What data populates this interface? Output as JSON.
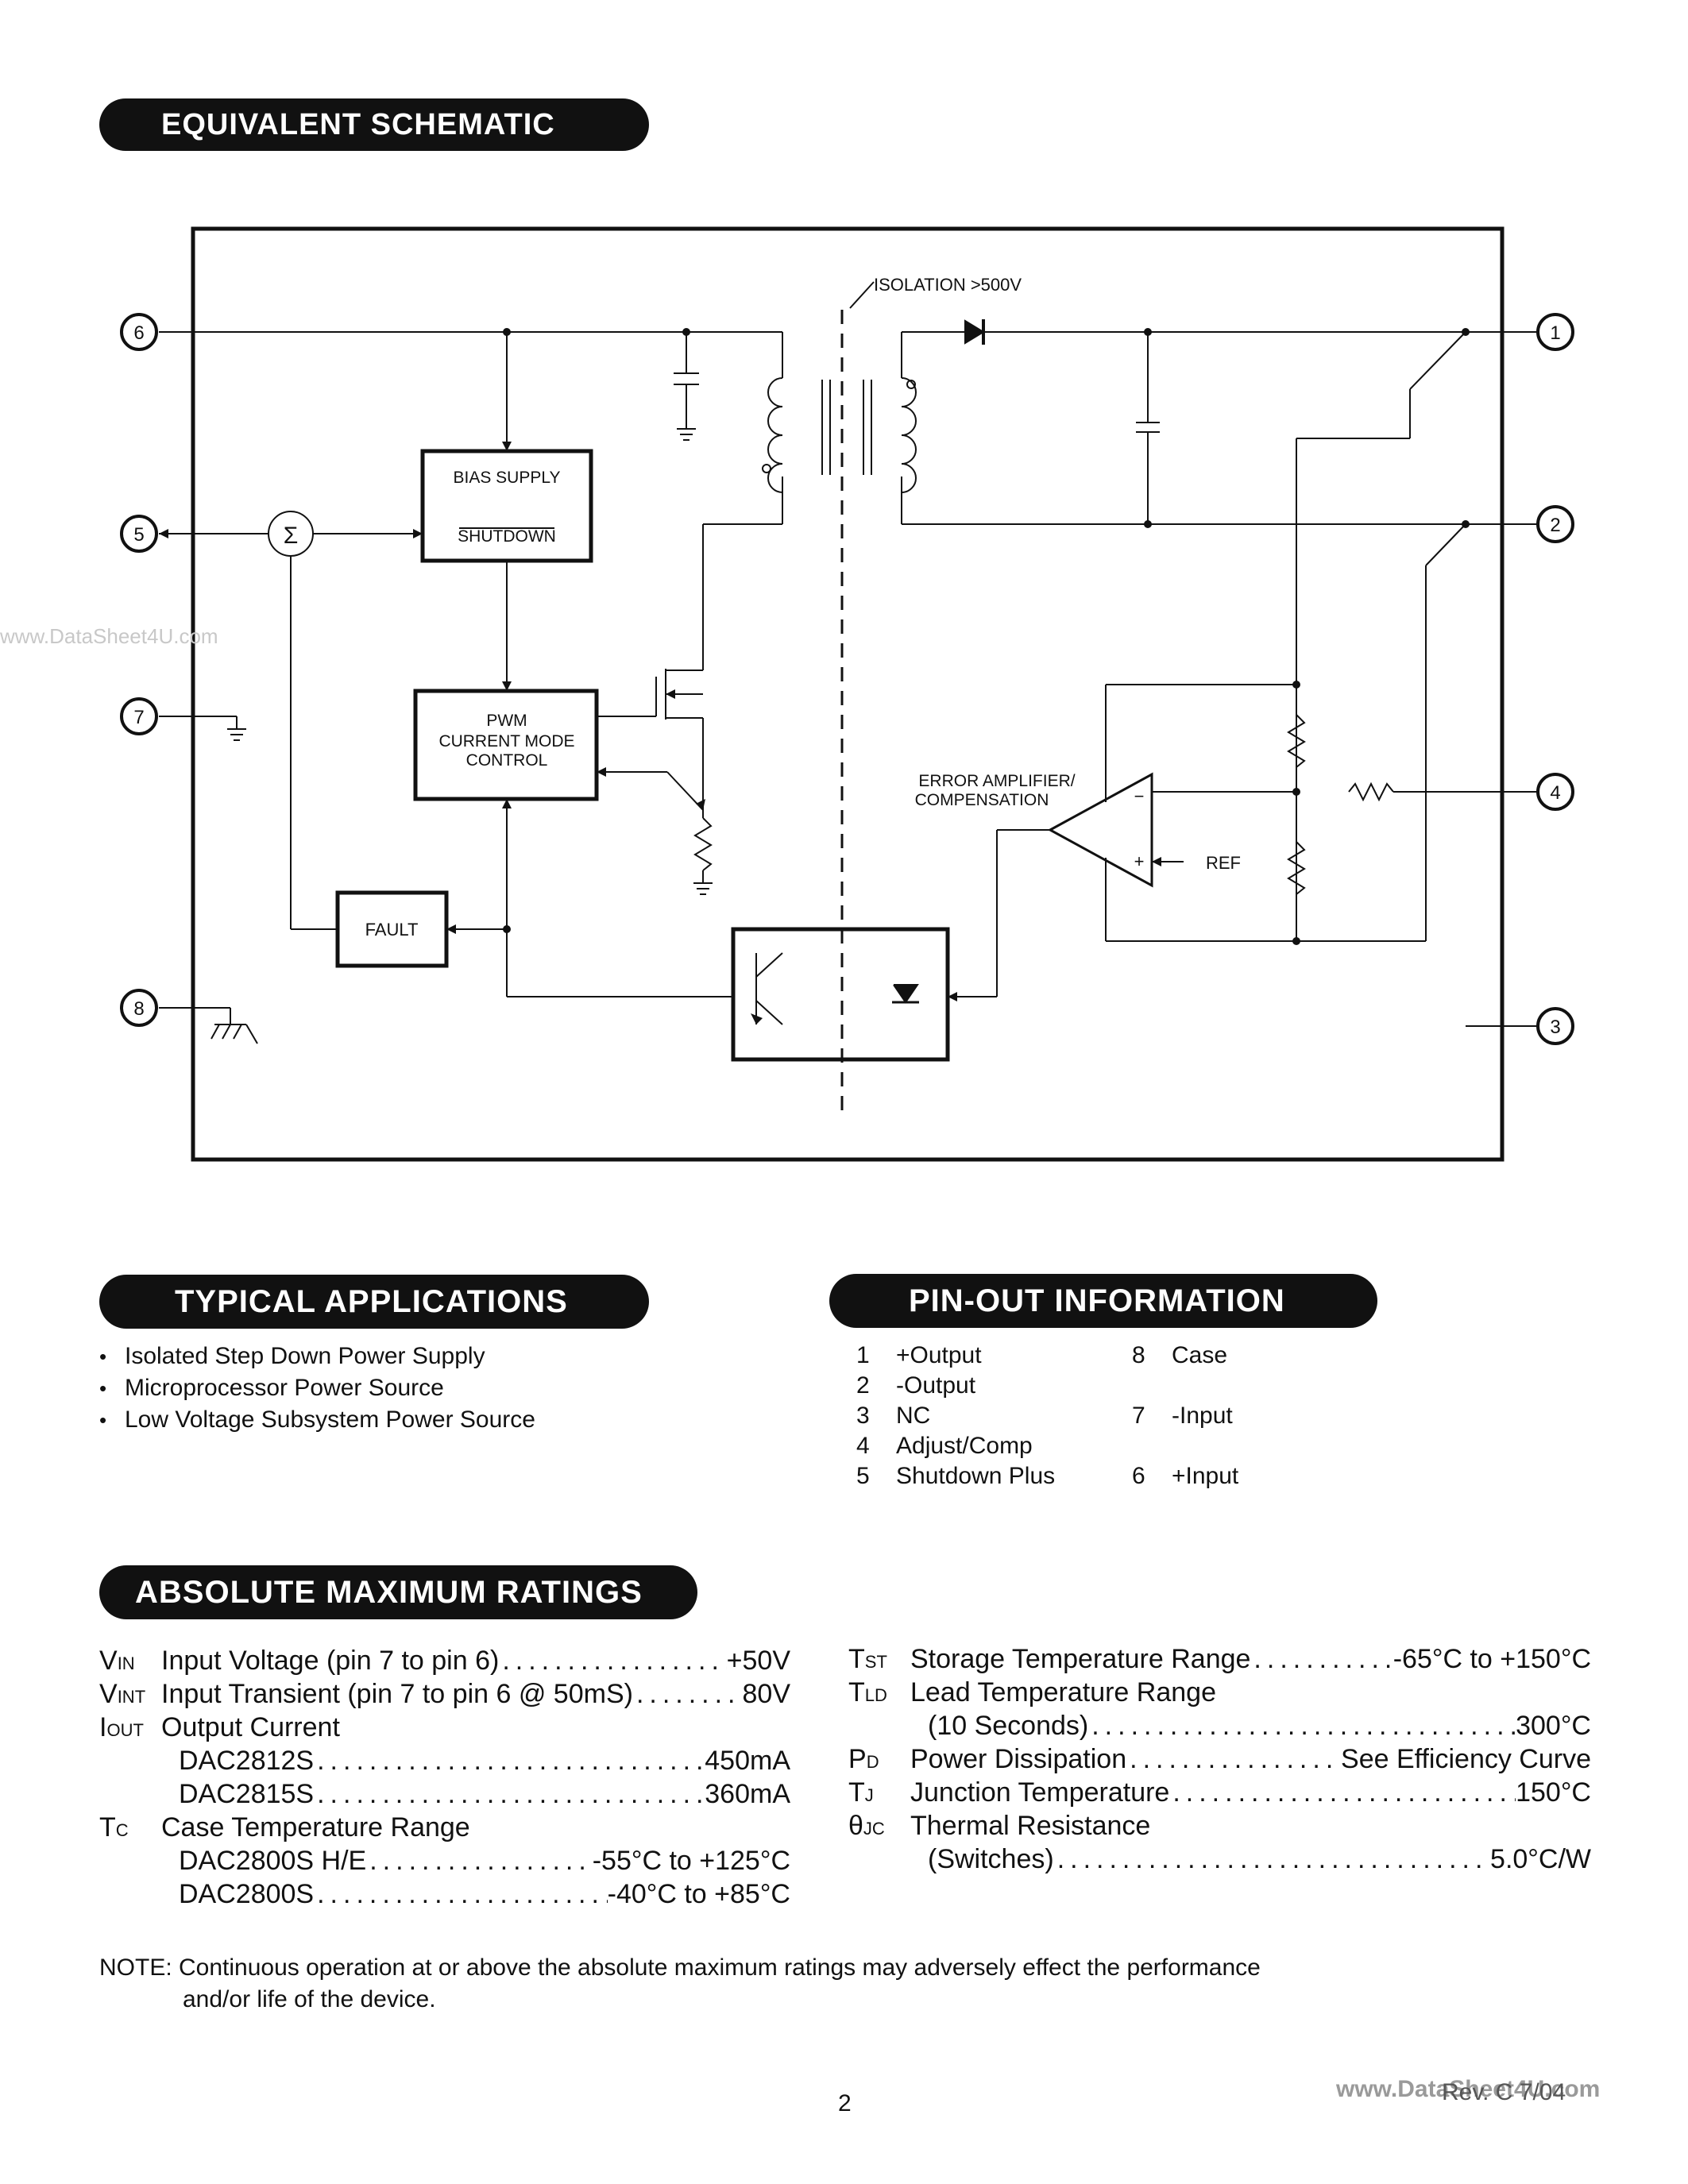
{
  "headers": {
    "schematic": "EQUIVALENT  SCHEMATIC",
    "typical": "TYPICAL  APPLICATIONS",
    "pinout": "PIN-OUT INFORMATION",
    "absmax": "ABSOLUTE MAXIMUM RATINGS"
  },
  "schematic": {
    "isolation": "ISOLATION  >500V",
    "bias_supply": "BIAS  SUPPLY",
    "shutdown": "SHUTDOWN",
    "pwm_line1": "PWM",
    "pwm_line2": "CURRENT  MODE",
    "pwm_line3": "CONTROL",
    "fault": "FAULT",
    "error_amp_line1": "ERROR  AMPLIFIER/",
    "error_amp_line2": "COMPENSATION",
    "ref": "REF",
    "sigma": "Σ",
    "minus": "−",
    "plus": "+",
    "pins": [
      "1",
      "2",
      "3",
      "4",
      "5",
      "6",
      "7",
      "8"
    ]
  },
  "watermark": {
    "left": "www.DataSheet4U.com",
    "right": "www.DataSheet4U.com"
  },
  "typical_applications": [
    "Isolated Step Down Power Supply",
    "Microprocessor Power Source",
    "Low Voltage Subsystem Power Source"
  ],
  "pinout": {
    "left": [
      {
        "num": "1",
        "name": "+Output"
      },
      {
        "num": "2",
        "name": "-Output"
      },
      {
        "num": "3",
        "name": "NC"
      },
      {
        "num": "4",
        "name": "Adjust/Comp"
      },
      {
        "num": "5",
        "name": "Shutdown Plus"
      }
    ],
    "right": [
      {
        "num": "8",
        "name": "Case"
      },
      {
        "num": "7",
        "name": "-Input"
      },
      {
        "num": "6",
        "name": "+Input"
      }
    ]
  },
  "ratings_left": {
    "vin": {
      "sym": "V",
      "sub": "IN",
      "desc": "Input Voltage (pin 7 to pin 6)",
      "val": "+50V"
    },
    "vint": {
      "sym": "V",
      "sub": "INT",
      "desc": "Input Transient (pin 7 to pin 6 @ 50mS)",
      "val": "80V"
    },
    "iout": {
      "sym": "I",
      "sub": "OUT",
      "desc": "Output Current"
    },
    "dac2812": {
      "desc": "DAC2812S",
      "val": "450mA"
    },
    "dac2815": {
      "desc": "DAC2815S",
      "val": "360mA"
    },
    "tc": {
      "sym": "T",
      "sub": "C",
      "desc": "Case Temperature Range"
    },
    "dac2800he": {
      "desc": "DAC2800S H/E",
      "val": "-55°C to +125°C"
    },
    "dac2800": {
      "desc": "DAC2800S",
      "val": "-40°C to +85°C"
    }
  },
  "ratings_right": {
    "tst": {
      "sym": "T",
      "sub": "ST",
      "desc": "Storage Temperature Range",
      "val": "-65°C to +150°C"
    },
    "tld": {
      "sym": "T",
      "sub": "LD",
      "desc": "Lead Temperature Range"
    },
    "tld_sub": {
      "desc": "(10 Seconds)",
      "val": "300°C"
    },
    "pd": {
      "sym": "P",
      "sub": "D",
      "desc": "Power Dissipation",
      "val": "See Efficiency Curve"
    },
    "tj": {
      "sym": "T",
      "sub": "J",
      "desc": "Junction Temperature",
      "val": "150°C"
    },
    "theta": {
      "sym": "θ",
      "sub": "JC",
      "desc": "Thermal Resistance"
    },
    "theta_sub": {
      "desc": "(Switches)",
      "val": "5.0°C/W"
    }
  },
  "note": {
    "line1": "NOTE: Continuous operation at or above the absolute maximum ratings may adversely effect the performance",
    "line2": "and/or life of the device."
  },
  "footer": {
    "page_number": "2",
    "revision": "Rev. C  7/04"
  }
}
